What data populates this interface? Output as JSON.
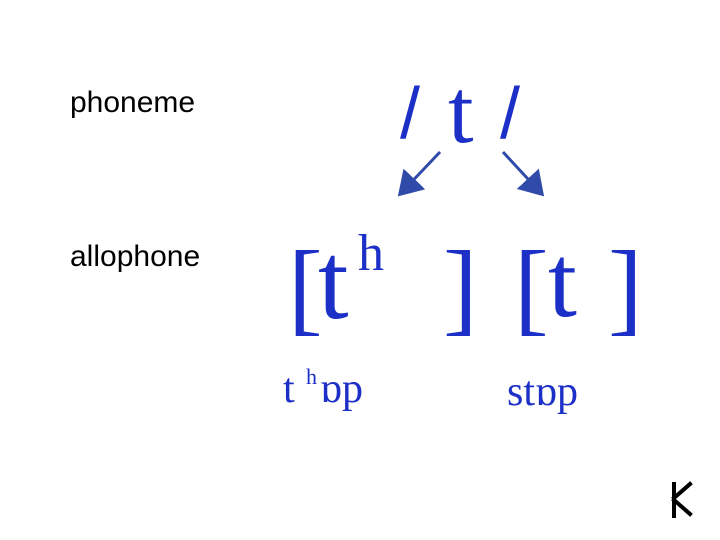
{
  "labels": {
    "phoneme": "phoneme",
    "allophone": "allophone"
  },
  "phoneme": {
    "slash_left": "/",
    "symbol": "t",
    "slash_right": "/"
  },
  "allophones": [
    {
      "bracket_open": "[",
      "base": "t",
      "superscript": "h",
      "bracket_close": "]",
      "example": {
        "onset": "t",
        "aspiration": "h",
        "rest": "ɒp"
      }
    },
    {
      "bracket_open": "[",
      "base": "t",
      "superscript": "",
      "bracket_close": "]",
      "example": {
        "onset": "",
        "aspiration": "",
        "rest": "stɒp"
      }
    }
  ],
  "colors": {
    "symbol": "#1c2fc7",
    "arrow": "#2f4aa8",
    "label": "#000000",
    "example": "#1c2fc7",
    "nav_icon": "#000000"
  },
  "icons": {
    "corner": "return-arrow-icon"
  }
}
